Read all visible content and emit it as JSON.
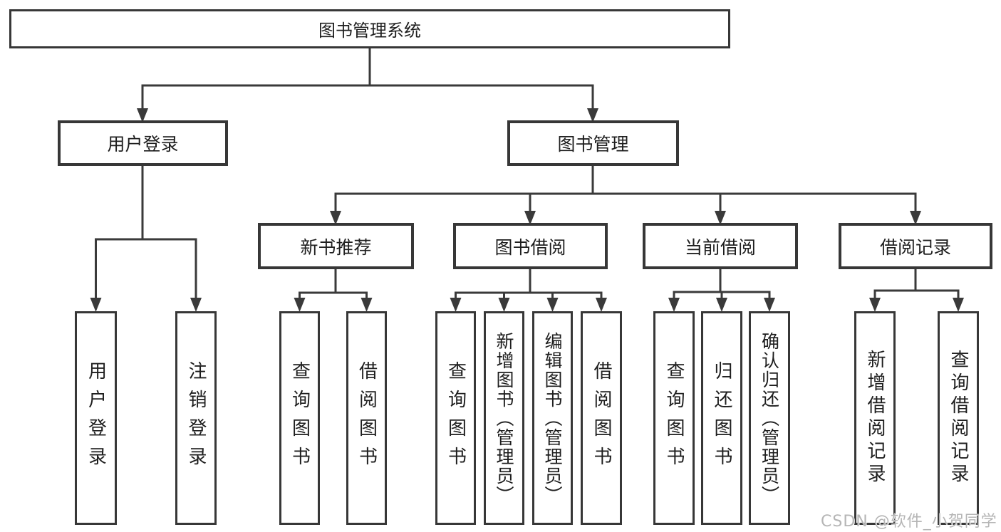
{
  "tree": {
    "root": "图书管理系统",
    "branches": [
      {
        "label": "用户登录",
        "children": [
          "用户登录",
          "注销登录"
        ]
      },
      {
        "label": "图书管理",
        "children": [
          {
            "label": "新书推荐",
            "children": [
              "查询图书",
              "借阅图书"
            ]
          },
          {
            "label": "图书借阅",
            "children": [
              "查询图书",
              "新增图书（管理员）",
              "编辑图书（管理员）",
              "借阅图书"
            ]
          },
          {
            "label": "当前借阅",
            "children": [
              "查询图书",
              "归还图书",
              "确认归还（管理员）"
            ]
          },
          {
            "label": "借阅记录",
            "children": [
              "新增借阅记录",
              "查询借阅记录"
            ]
          }
        ]
      }
    ]
  },
  "watermark": "CSDN @软件_小贺同学",
  "colors": {
    "line": "#3a3a3a",
    "border": "#373737",
    "text": "#1e1e1e",
    "watermark": "#b5b5b5",
    "background": "#ffffff"
  }
}
